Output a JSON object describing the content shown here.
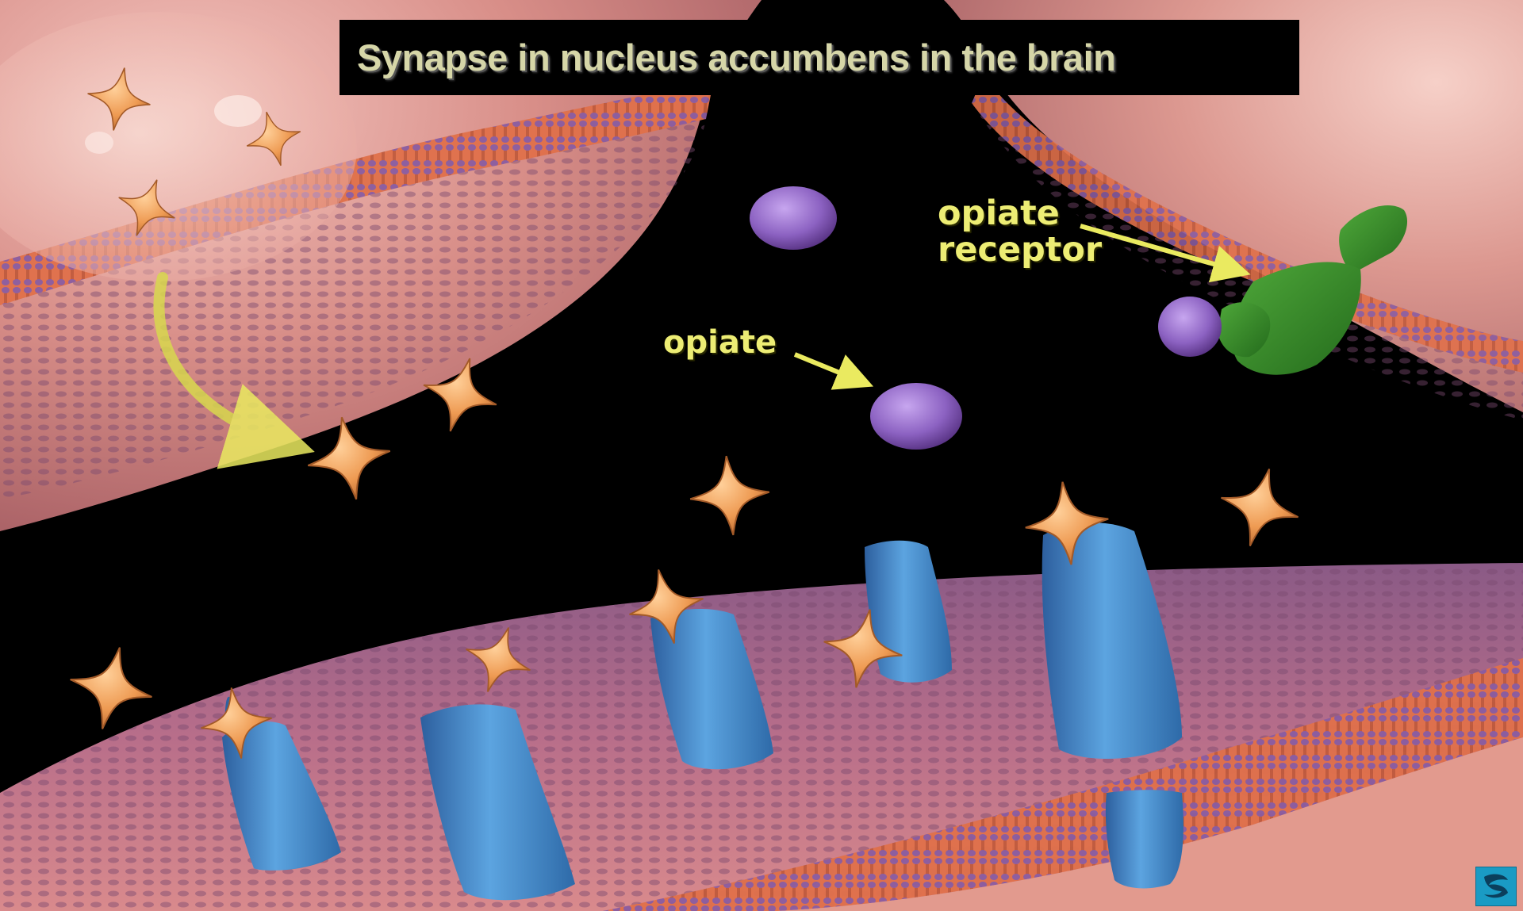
{
  "title": "Synapse in nucleus accumbens in the brain",
  "labels": {
    "opiate": "opiate",
    "opiate_receptor_line1": "opiate",
    "opiate_receptor_line2": "receptor"
  },
  "colors": {
    "background": "#000000",
    "membrane": "#d9817c",
    "membrane_dark": "#a55a5e",
    "lipid_layer": "#e0704a",
    "neurotransmitter": "#f0a055",
    "receptor_channel": "#3f86c8",
    "opiate": "#9a6fc9",
    "opiate_receptor": "#3a8a2a",
    "label_text": "#eded74",
    "arrow": "#eaea60",
    "title_text": "#d6d6a8"
  },
  "logo": {
    "icon": "publisher-logo-icon"
  }
}
